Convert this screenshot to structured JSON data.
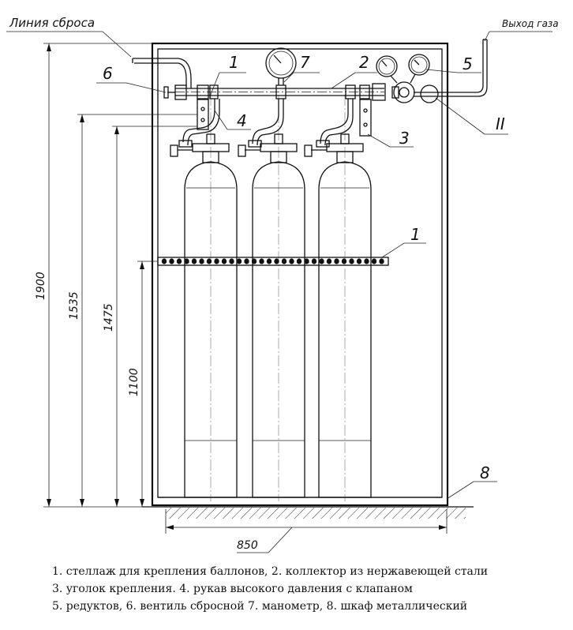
{
  "labels": {
    "reset_line": "Линия сброса",
    "gas_outlet": "Выход газа",
    "n1_top": "1",
    "n7": "7",
    "n2": "2",
    "n6": "6",
    "n5": "5",
    "n4": "4",
    "n3": "3",
    "n_roman2": "II",
    "n1_rack": "1",
    "n8": "8"
  },
  "dimensions": {
    "d1900": "1900",
    "d1535": "1535",
    "d1475": "1475",
    "d1100": "1100",
    "d850": "850"
  },
  "legend": {
    "line1": "1. стеллаж для крепления баллонов, 2. коллектор из нержавеющей стали",
    "line2": "3. уголок крепления. 4. рукав высокого давления с клапаном",
    "line3": "5. редуктов, 6. вентиль сбросной 7. манометр, 8. шкаф металлический"
  }
}
